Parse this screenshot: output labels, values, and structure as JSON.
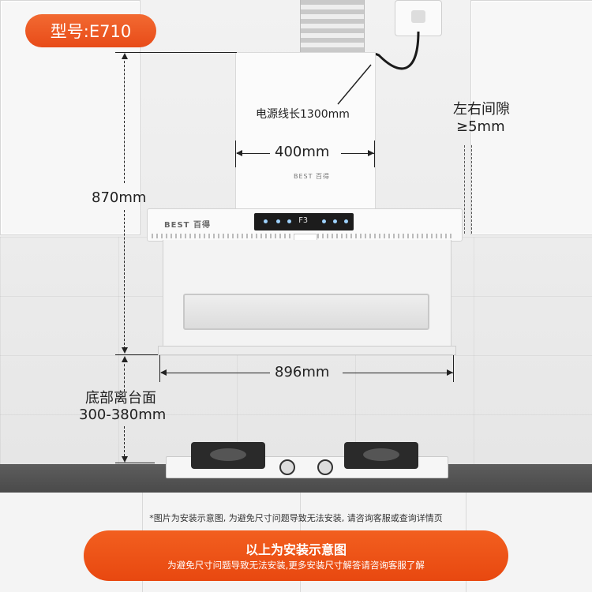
{
  "model_badge": "型号:E710",
  "brand_logo": "BEST 百得",
  "control_display": "F3",
  "labels": {
    "power_cord": "电源线长1300mm",
    "width_chimney": "400mm",
    "height_total": "870mm",
    "side_gap_line1": "左右间隙",
    "side_gap_line2": "≥5mm",
    "width_hood": "896mm",
    "bottom_clearance_line1": "底部离台面",
    "bottom_clearance_line2": "300-380mm"
  },
  "disclaimer": "*图片为安装示意图, 为避免尺寸问题导致无法安装, 请咨询客服或查询详情页",
  "banner": {
    "title": "以上为安装示意图",
    "subtitle": "为避免尺寸问题导致无法安装,更多安装尺寸解答请咨询客服了解"
  },
  "colors": {
    "accent": "#e84b18",
    "text": "#222222"
  }
}
